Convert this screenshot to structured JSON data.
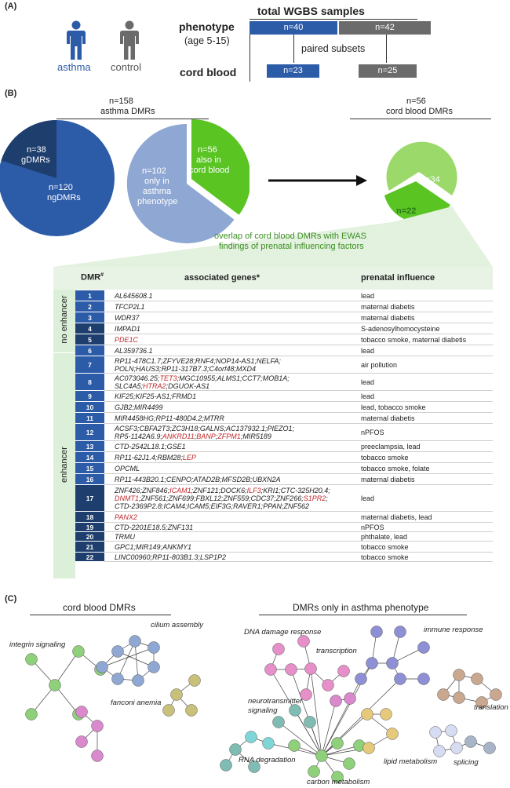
{
  "panelA": {
    "label": "(A)",
    "title": "total WGBS samples",
    "asthma_label": "asthma",
    "control_label": "control",
    "phenotype_label": "phenotype",
    "age_label": "(age 5-15)",
    "cord_label": "cord blood",
    "paired_label": "paired subsets",
    "bar_asthma_pheno": "n=40",
    "bar_control_pheno": "n=42",
    "bar_asthma_cord": "n=23",
    "bar_control_cord": "n=25",
    "colors": {
      "asthma": "#2c5ba8",
      "control": "#6b6b6b"
    }
  },
  "panelB": {
    "label": "(B)",
    "left_count": "n=158",
    "left_title": "asthma DMRs",
    "right_count": "n=56",
    "right_title": "cord blood DMRs",
    "pie1_dark": "n=38",
    "pie1_dark_sub": "gDMRs",
    "pie1_main": "n=120",
    "pie1_main_sub": "ngDMRs",
    "pie2_light_1": "only in",
    "pie2_light_2": "asthma",
    "pie2_light_3": "phenotype",
    "pie2_light_n": "n=102",
    "pie2_green_n": "n=56",
    "pie2_green_1": "also in",
    "pie2_green_2": "cord blood",
    "pie3_dark": "n=22",
    "pie3_light": "n=34",
    "overlap_line1": "overlap of cord blood DMRs with EWAS",
    "overlap_line2": "findings of prenatal influencing factors",
    "colors": {
      "blue": "#2c5ba8",
      "darkblue": "#1e3f6e",
      "lightblue": "#8fa8d3",
      "green": "#5ac423",
      "lightgreen": "#9ad96a"
    }
  },
  "table": {
    "col_dmr": "DMR",
    "col_dmr_sup": "#",
    "col_genes": "associated genes*",
    "col_influence": "prenatal influence",
    "group_no_enhancer": "no enhancer",
    "group_enhancer": "enhancer",
    "rows": [
      {
        "n": "1",
        "g1": "AL645608.1",
        "g2": "",
        "infl": "lead"
      },
      {
        "n": "2",
        "g1": "TFCP2L1",
        "g2": "",
        "infl": "maternal diabetis"
      },
      {
        "n": "3",
        "g1": "WDR37",
        "g2": "",
        "infl": "maternal diabetis"
      },
      {
        "n": "4",
        "g1": "IMPAD1",
        "g2": "",
        "infl": "S-adenosylhomocysteine"
      },
      {
        "n": "5",
        "g1": "PDE1C",
        "g2": "",
        "infl": "tobacco smoke, maternal diabetis"
      },
      {
        "n": "6",
        "g1": "AL359736.1",
        "g2": "",
        "infl": "lead"
      },
      {
        "n": "7",
        "g1": "RP11-478C1.7;ZFYVE28;RNF4;NOP14-AS1;NELFA;",
        "g2": "POLN;HAUS3;RP11-317B7.3;C4orf48;MXD4",
        "infl": "air pollution"
      },
      {
        "n": "8",
        "g1": "AC073046.25;TET3;MGC10955;ALMS1;CCT7;MOB1A;",
        "g2": "SLC4A5;HTRA2;DGUOK-AS1",
        "infl": "lead"
      },
      {
        "n": "9",
        "g1": "KIF25;KIF25-AS1;FRMD1",
        "g2": "",
        "infl": "lead"
      },
      {
        "n": "10",
        "g1": "GJB2;MIR4499",
        "g2": "",
        "infl": "lead, tobacco smoke"
      },
      {
        "n": "11",
        "g1": "MIR4458HG;RP11-480D4.2;MTRR",
        "g2": "",
        "infl": "maternal diabetis"
      },
      {
        "n": "12",
        "g1": "ACSF3;CBFA2T3;ZC3H18;GALNS;AC137932.1;PIEZO1;",
        "g2": "RP5-1142A6.9;ANKRD11;BANP;ZFPM1;MIR5189",
        "infl": "nPFOS"
      },
      {
        "n": "13",
        "g1": "CTD-2542L18.1;GSE1",
        "g2": "",
        "infl": "preeclampsia, lead"
      },
      {
        "n": "14",
        "g1": "RP11-62J1.4;RBM28;LEP",
        "g2": "",
        "infl": "tobacco smoke"
      },
      {
        "n": "15",
        "g1": "OPCML",
        "g2": "",
        "infl": "tobacco smoke, folate"
      },
      {
        "n": "16",
        "g1": "RP11-443B20.1;CENPO;ATAD2B;MFSD2B;UBXN2A",
        "g2": "",
        "infl": "maternal diabetis"
      },
      {
        "n": "17",
        "g1": "ZNF426;ZNF846;ICAM1;ZNF121;DOCK6;ILF3;KRI1;CTC-325H20.4;",
        "g2": "DNMT1;ZNF561;ZNF699;FBXL12;ZNF559;CDC37;ZNF266;S1PR2;",
        "g3": "CTD-2369P2.8;ICAM4;ICAM5;EIF3G;RAVER1;PPAN;ZNF562",
        "infl": "lead"
      },
      {
        "n": "18",
        "g1": "PANX2",
        "g2": "",
        "infl": "maternal diabetis, lead"
      },
      {
        "n": "19",
        "g1": "CTD-2201E18.5;ZNF131",
        "g2": "",
        "infl": "nPFOS"
      },
      {
        "n": "20",
        "g1": "TRMU",
        "g2": "",
        "infl": "phthalate, lead"
      },
      {
        "n": "21",
        "g1": "GPC1;MIR149;ANKMY1",
        "g2": "",
        "infl": "tobacco smoke"
      },
      {
        "n": "22",
        "g1": "LINC00960;RP11-803B1.3;LSP1P2",
        "g2": "",
        "infl": "tobacco smoke"
      }
    ]
  },
  "panelC": {
    "label": "(C)",
    "left_title": "cord blood DMRs",
    "right_title": "DMRs only in asthma phenotype",
    "left_clusters": [
      "integrin signaling",
      "cilium assembly",
      "fanconi anemia"
    ],
    "right_clusters": [
      "DNA damage response",
      "immune response",
      "transcription",
      "neurotransmitter",
      "signaling",
      "translation",
      "RNA degradation",
      "lipid metabolism",
      "splicing",
      "carbon metabolism"
    ]
  }
}
